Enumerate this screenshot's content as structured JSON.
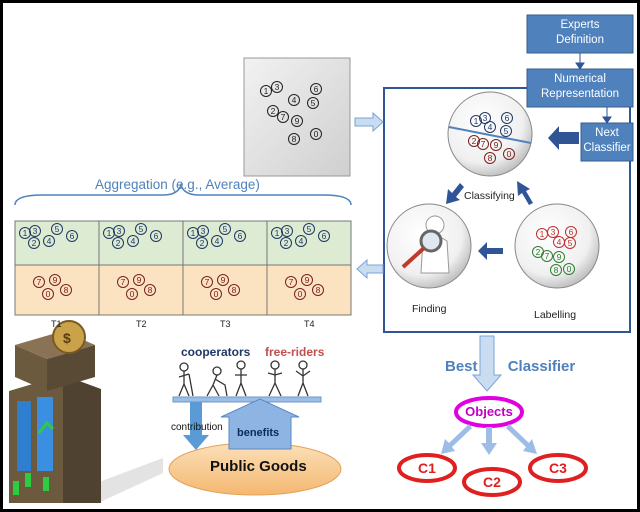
{
  "pipeline": {
    "experts_definition": [
      "Experts",
      "Definition"
    ],
    "numerical_representation": [
      "Numerical",
      "Representation"
    ],
    "next_classifier": [
      "Next",
      "Classifier"
    ]
  },
  "cycle": {
    "classifying": "Classifying",
    "finding": "Finding",
    "labelling": "Labelling"
  },
  "aggregation_label": "Aggregation (e.g., Average)",
  "time_steps": [
    "T1",
    "T2",
    "T3",
    "T4"
  ],
  "best_classifier": {
    "word1": "Best",
    "word2": "Classifier"
  },
  "objects_label": "Objects",
  "classes": [
    "C1",
    "C2",
    "C3"
  ],
  "public_goods": {
    "cooperators": "cooperators",
    "free_riders": "free-riders",
    "contribution": "contribution",
    "benefits": "benefits",
    "title": "Public Goods"
  },
  "sample_numbers": {
    "top_square": [
      "1",
      "3",
      "6",
      "4",
      "5",
      "2",
      "7",
      "9",
      "8",
      "0"
    ],
    "classifying": [
      "1",
      "3",
      "4",
      "6",
      "5",
      "2",
      "7",
      "9",
      "8",
      "0"
    ],
    "labelling": [
      "1",
      "3",
      "6",
      "4",
      "5",
      "2",
      "7",
      "9",
      "8",
      "0"
    ],
    "table_cooperators": [
      "1",
      "3",
      "5",
      "2",
      "4",
      "6"
    ],
    "table_free_riders": [
      "7",
      "9",
      "0",
      "8"
    ]
  },
  "colors": {
    "blue_box": "#4f81bd",
    "frame_blue": "#2f5597",
    "arrow_blue": "#4a7ec2",
    "cooperators_text": "#1f3864",
    "free_riders_text": "#c0504d",
    "magenta": "#e000e0",
    "red": "#e02020",
    "green_band": "#dcebd2",
    "peach_band": "#fbe3c2",
    "ground": "#f7c98f"
  }
}
